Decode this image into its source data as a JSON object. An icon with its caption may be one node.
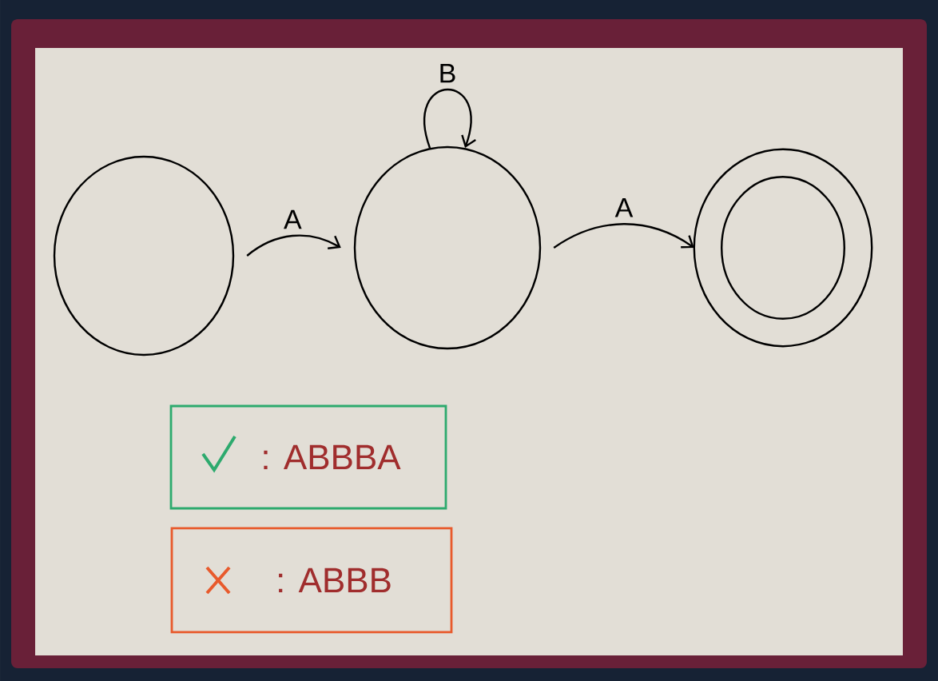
{
  "diagram": {
    "nodes": [
      {
        "text": [],
        "shape": "circle"
      },
      {
        "text": [],
        "shape": "circle"
      },
      {
        "text": [],
        "shape": "circle"
      },
      {
        "text": [
          ": ABBBA"
        ]
      },
      {
        "text": [
          ": ABBB"
        ]
      }
    ],
    "edges": [
      {
        "from": 0,
        "to": 1,
        "arrow": "to",
        "label": "A"
      },
      {
        "from": 1,
        "to": 1,
        "arrow": "to",
        "label": "B"
      },
      {
        "from": 1,
        "to": 2,
        "arrow": "to",
        "label": "A"
      }
    ]
  }
}
